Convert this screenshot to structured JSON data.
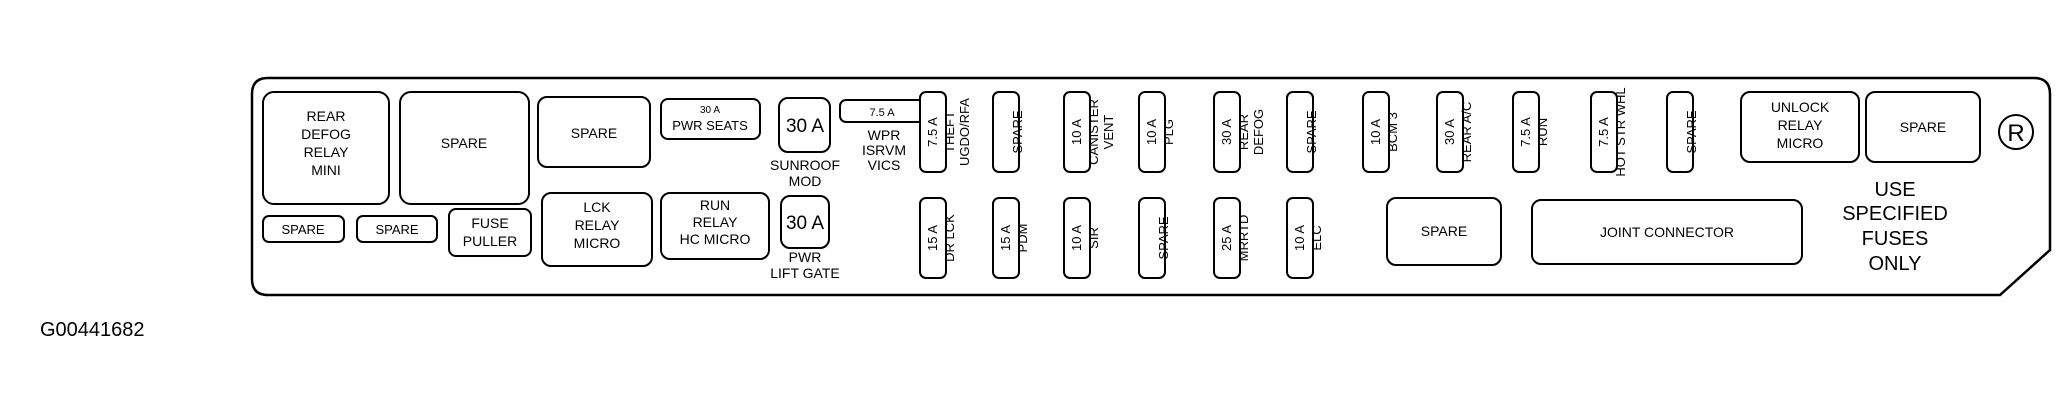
{
  "figure_id": "G00441682",
  "registered_mark": "R",
  "notice": [
    "USE",
    "SPECIFIED",
    "FUSES",
    "ONLY"
  ],
  "labels": {
    "rear_defog_relay": [
      "REAR",
      "DEFOG",
      "RELAY",
      "MINI"
    ],
    "spare": "SPARE",
    "pwr_seats_rating": "30 A",
    "pwr_seats_name": "PWR SEATS",
    "sunroof_rating": "30 A",
    "sunroof_name": [
      "SUNROOF",
      "MOD"
    ],
    "wpr_rating": "7.5 A",
    "wpr_name": [
      "WPR",
      "ISRVM",
      "VICS"
    ],
    "fuse_puller": [
      "FUSE",
      "PULLER"
    ],
    "lck_relay": [
      "LCK",
      "RELAY",
      "MICRO"
    ],
    "run_relay": [
      "RUN",
      "RELAY",
      "HC MICRO"
    ],
    "pwr_lift_rating": "30 A",
    "pwr_lift_name": [
      "PWR",
      "LIFT GATE"
    ],
    "unlock_relay": [
      "UNLOCK",
      "RELAY",
      "MICRO"
    ],
    "joint_connector": "JOINT CONNECTOR"
  },
  "top_fuses": [
    {
      "rating": "7.5 A",
      "name": [
        "THEFT",
        "UGDO/RFA"
      ]
    },
    {
      "rating": "",
      "name": [
        "SPARE"
      ]
    },
    {
      "rating": "10 A",
      "name": [
        "CANISTER",
        "VENT"
      ]
    },
    {
      "rating": "10 A",
      "name": [
        "PLG"
      ]
    },
    {
      "rating": "30 A",
      "name": [
        "REAR",
        "DEFOG"
      ]
    },
    {
      "rating": "",
      "name": [
        "SPARE"
      ]
    },
    {
      "rating": "10 A",
      "name": [
        "BCM 3"
      ]
    },
    {
      "rating": "30 A",
      "name": [
        "REAR A/C"
      ]
    },
    {
      "rating": "7.5 A",
      "name": [
        "RUN"
      ]
    },
    {
      "rating": "7.5 A",
      "name": [
        "HOT STR WHL"
      ]
    },
    {
      "rating": "",
      "name": [
        "SPARE"
      ]
    }
  ],
  "bottom_fuses": [
    {
      "rating": "15 A",
      "name": [
        "DR LCK"
      ]
    },
    {
      "rating": "15 A",
      "name": [
        "PDM"
      ]
    },
    {
      "rating": "10 A",
      "name": [
        "SIR"
      ]
    },
    {
      "rating": "",
      "name": [
        "SPARE"
      ]
    },
    {
      "rating": "25 A",
      "name": [
        "MRRTD"
      ]
    },
    {
      "rating": "10 A",
      "name": [
        "ELC"
      ]
    }
  ]
}
